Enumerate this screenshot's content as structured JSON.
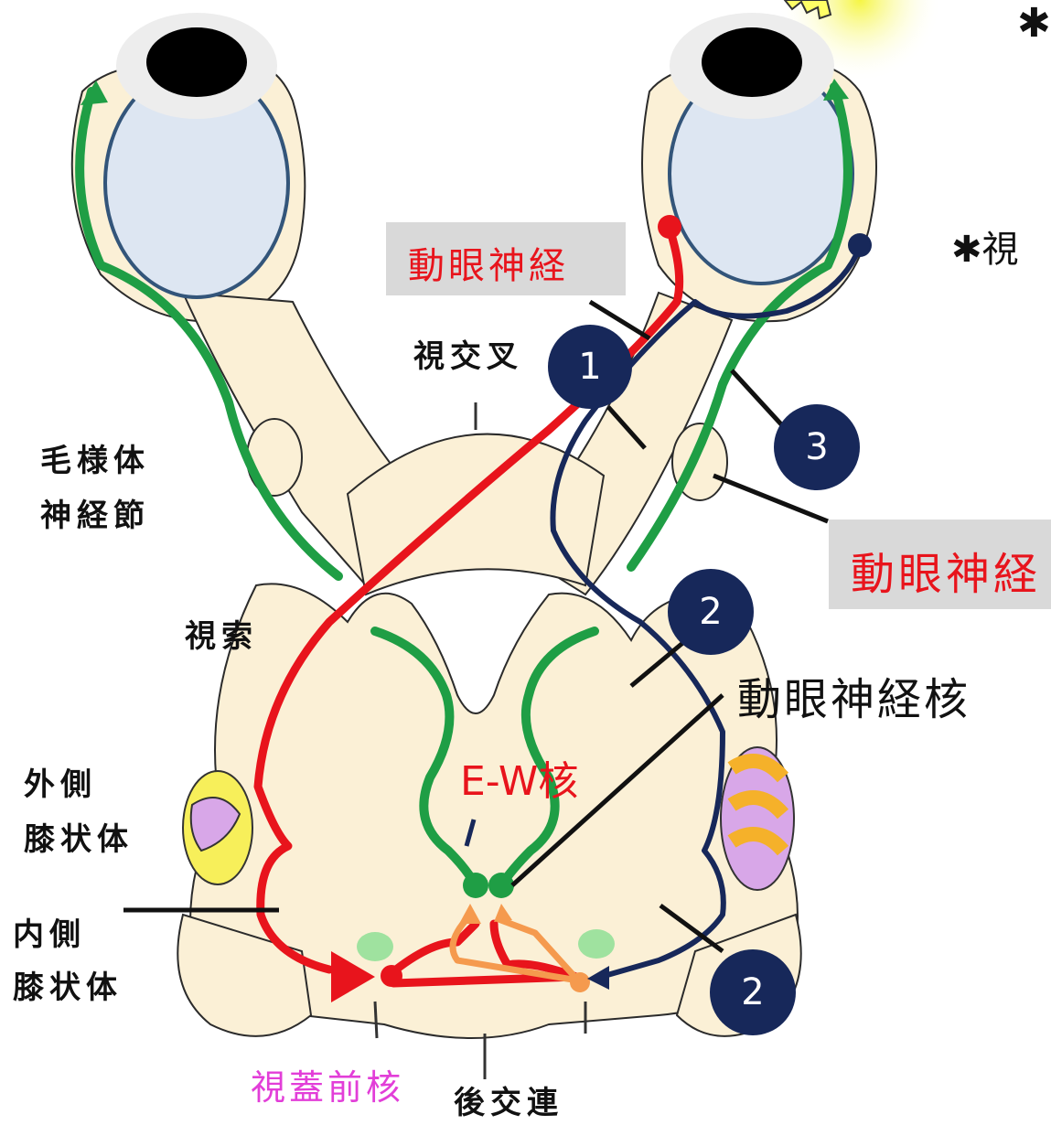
{
  "labels": {
    "oculomotor_top": "動眼神経",
    "chiasm": "視交叉",
    "ciliary_1": "毛様体",
    "ciliary_2": "神経節",
    "optic_tract": "視索",
    "lgn_1": "外側",
    "lgn_2": "膝状体",
    "mgn_1": "内側",
    "mgn_2": "膝状体",
    "ew": "E-W核",
    "pretectal": "視蓋前核",
    "posterior_commissure": "後交連",
    "oculomotor_right": "動眼神経",
    "oculomotor_nucleus": "動眼神経核",
    "cut_text": "✱視",
    "cut_star": "✱"
  },
  "badges": [
    "1",
    "2",
    "2",
    "3"
  ],
  "colors": {
    "red_pathway": "#e8141c",
    "navy_pathway": "#17285a",
    "green_pathway": "#1f9e45",
    "orange_pathway": "#f59a4e",
    "tissue": "#fbf0d6",
    "eyeball": "#dde6f2"
  }
}
